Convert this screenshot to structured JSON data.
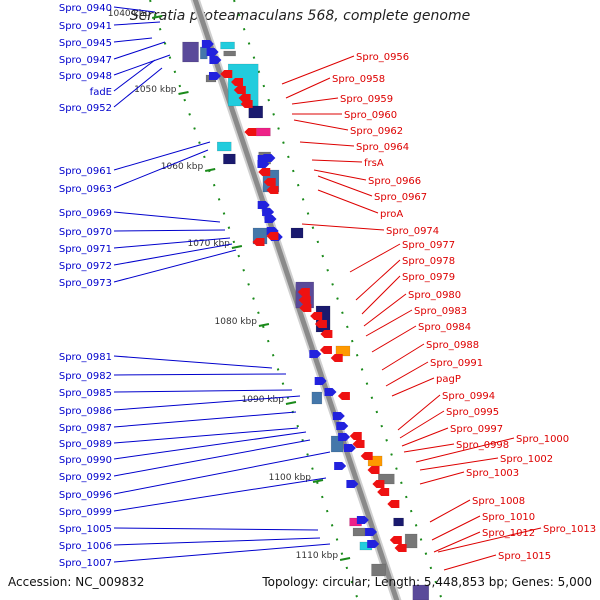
{
  "title": "Serratia proteamaculans 568, complete genome",
  "footer": {
    "accession": "Accession: NC_009832",
    "summary": "Topology: circular; Length: 5,448,853 bp; Genes: 5,000"
  },
  "colors": {
    "left_labels": "#0000cc",
    "right_labels": "#dd0000",
    "backbone": "#8a8a8a",
    "tick": "#1a8a1a",
    "forward_arrow": "#2222dd",
    "reverse_arrow": "#ee1111",
    "box_cyan": "#22ccdd",
    "box_navy": "#1a1a6e",
    "box_pink": "#ee2288",
    "box_orange": "#ff9900",
    "box_steel": "#4477aa",
    "box_purple": "#5a4a9a",
    "box_gray": "#777777"
  },
  "kbp_labels": [
    "1040 kbp",
    "1050 kbp",
    "1060 kbp",
    "1070 kbp",
    "1080 kbp",
    "1090 kbp",
    "1100 kbp",
    "1110 kbp"
  ],
  "left_genes": [
    "Spro_0940",
    "Spro_0941",
    "Spro_0945",
    "Spro_0947",
    "Spro_0948",
    "fadE",
    "Spro_0952",
    "Spro_0961",
    "Spro_0963",
    "Spro_0969",
    "Spro_0970",
    "Spro_0971",
    "Spro_0972",
    "Spro_0973",
    "Spro_0981",
    "Spro_0982",
    "Spro_0985",
    "Spro_0986",
    "Spro_0987",
    "Spro_0989",
    "Spro_0990",
    "Spro_0992",
    "Spro_0996",
    "Spro_0999",
    "Spro_1005",
    "Spro_1006",
    "Spro_1007"
  ],
  "right_genes": [
    "Spro_0956",
    "Spro_0958",
    "Spro_0959",
    "Spro_0960",
    "Spro_0962",
    "Spro_0964",
    "frsA",
    "Spro_0966",
    "Spro_0967",
    "proA",
    "Spro_0974",
    "Spro_0977",
    "Spro_0978",
    "Spro_0979",
    "Spro_0980",
    "Spro_0983",
    "Spro_0984",
    "Spro_0988",
    "Spro_0991",
    "pagP",
    "Spro_0994",
    "Spro_0995",
    "Spro_0997",
    "Spro_0998",
    "Spro_1000",
    "Spro_1002",
    "Spro_1003",
    "Spro_1008",
    "Spro_1010",
    "Spro_1012",
    "Spro_1013",
    "Spro_1015"
  ]
}
